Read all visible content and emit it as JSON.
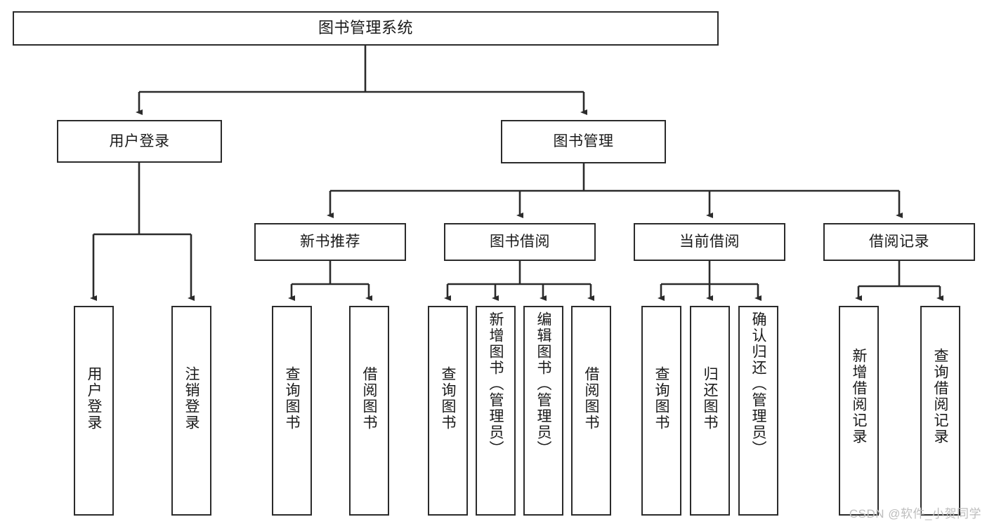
{
  "diagram": {
    "title": "图书管理系统",
    "type": "tree-hierarchy-diagram",
    "stroke_color": "#2b2b2b",
    "background_color": "#ffffff",
    "text_color": "#1a1a1a"
  },
  "nodes": {
    "root": {
      "label": "图书管理系统"
    },
    "level1": [
      {
        "label": "用户登录"
      },
      {
        "label": "图书管理"
      }
    ],
    "level2": [
      {
        "label": "新书推荐"
      },
      {
        "label": "图书借阅"
      },
      {
        "label": "当前借阅"
      },
      {
        "label": "借阅记录"
      }
    ],
    "leaves": {
      "user_login": [
        {
          "label": "用户登录"
        },
        {
          "label": "注销登录"
        }
      ],
      "new_book_recommend": [
        {
          "label": "查询图书"
        },
        {
          "label": "借阅图书"
        }
      ],
      "book_borrow": [
        {
          "label": "查询图书"
        },
        {
          "label": "新增图书（管理员）"
        },
        {
          "label": "编辑图书（管理员）"
        },
        {
          "label": "借阅图书"
        }
      ],
      "current_borrow": [
        {
          "label": "查询图书"
        },
        {
          "label": "归还图书"
        },
        {
          "label": "确认归还（管理员）"
        }
      ],
      "borrow_record": [
        {
          "label": "新增借阅记录"
        },
        {
          "label": "查询借阅记录"
        }
      ]
    }
  },
  "watermark": {
    "text": "CSDN @软件_小贺同学"
  }
}
